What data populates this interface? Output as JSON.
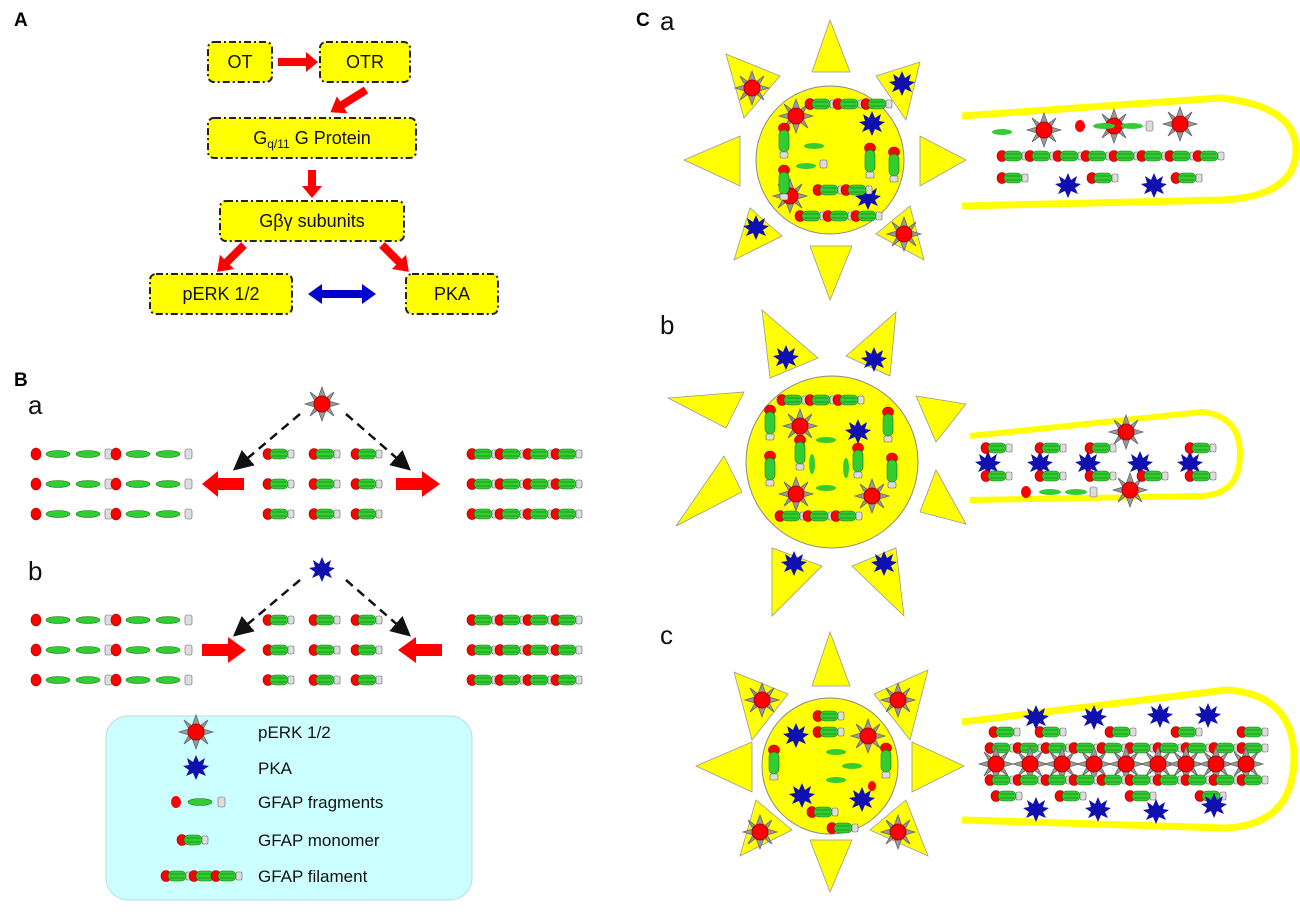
{
  "panels": {
    "a": {
      "label": "A"
    },
    "b": {
      "label": "B",
      "sub_a": "a",
      "sub_b": "b"
    },
    "c": {
      "label": "C",
      "sub_a": "a",
      "sub_b": "b",
      "sub_c": "c"
    }
  },
  "flow": {
    "ot": "OT",
    "otr": "OTR",
    "gq_main": "G",
    "gq_sub": "q/11",
    "gq_rest": " G Protein",
    "gbg": "Gβγ subunits",
    "perk": "pERK 1/2",
    "pka": "PKA"
  },
  "legend": {
    "items": [
      {
        "icon": "perk-icon",
        "label": "pERK 1/2"
      },
      {
        "icon": "pka-icon",
        "label": "PKA"
      },
      {
        "icon": "gfap-fragments-icon",
        "label": "GFAP fragments"
      },
      {
        "icon": "gfap-monomer-icon",
        "label": "GFAP monomer"
      },
      {
        "icon": "gfap-filament-icon",
        "label": "GFAP filament"
      }
    ]
  },
  "colors": {
    "cell_fill": "#ffff00",
    "arrow_red": "#ff0000",
    "arrow_blue": "#0000cc",
    "pka_blue": "#1010b0",
    "perk_red": "#ff0000",
    "gfap_green": "#33cc33",
    "legend_bg": "#ccffff"
  }
}
